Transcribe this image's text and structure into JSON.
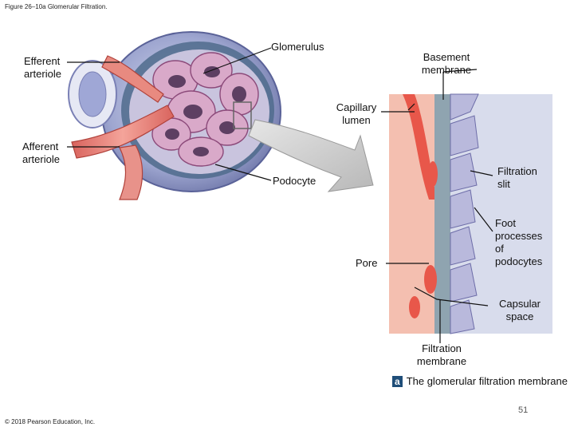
{
  "figure_title": "Figure 26–10a Glomerular Filtration.",
  "labels": {
    "glomerulus": "Glomerulus",
    "efferent_arteriole": [
      "Efferent",
      "arteriole"
    ],
    "afferent_arteriole": [
      "Afferent",
      "arteriole"
    ],
    "basement_membrane": [
      "Basement",
      "membrane"
    ],
    "capillary_lumen": [
      "Capillary",
      "lumen"
    ],
    "podocyte": "Podocyte",
    "filtration_slit": [
      "Filtration",
      "slit"
    ],
    "foot_processes": [
      "Foot",
      "processes",
      "of",
      "podocytes"
    ],
    "pore": "Pore",
    "capsular_space": [
      "Capsular",
      "space"
    ],
    "filtration_membrane": [
      "Filtration",
      "membrane"
    ]
  },
  "caption": {
    "badge": "a",
    "text": "The glomerular filtration membrane"
  },
  "page_number": "51",
  "copyright": "© 2018 Pearson Education, Inc.",
  "colors": {
    "capillary_red": "#e8574a",
    "tissue_pink": "#f2b4a4",
    "basement_gray": "#8fa4b0",
    "podocyte_lavender": "#b9b9dc",
    "capsule_purple": "#8f8fc4",
    "arrow_gray": "#c8c8c8"
  }
}
